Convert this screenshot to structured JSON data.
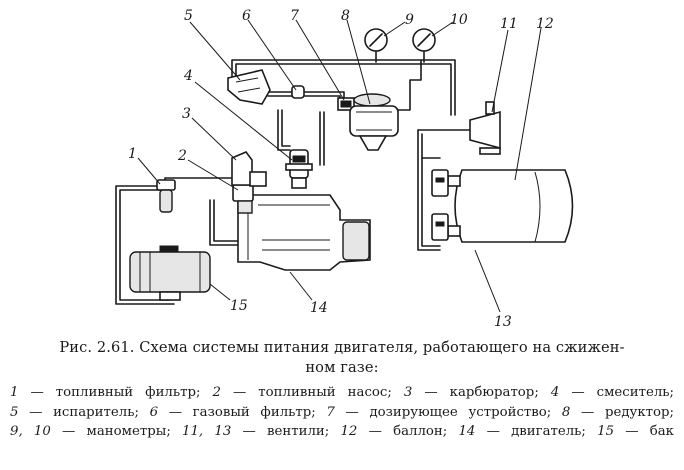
{
  "labels": [
    "1",
    "2",
    "3",
    "4",
    "5",
    "6",
    "7",
    "8",
    "9",
    "10",
    "11",
    "12",
    "13",
    "14",
    "15"
  ],
  "caption": {
    "line1": "Рис. 2.61. Схема системы питания двигателя, работающего на сжижен-",
    "line2": "ном газе:"
  },
  "legend": [
    [
      {
        "n": "1",
        "t": " — топливный фильтр; "
      },
      {
        "n": "2",
        "t": " — топливный насос; "
      },
      {
        "n": "3",
        "t": " — карбюратор; "
      },
      {
        "n": "4",
        "t": " — смеситель;"
      }
    ],
    [
      {
        "n": "5",
        "t": " — испаритель; "
      },
      {
        "n": "6",
        "t": " — газовый фильтр; "
      },
      {
        "n": "7",
        "t": " — дозирующее устройство; "
      },
      {
        "n": "8",
        "t": " — редуктор;"
      }
    ],
    [
      {
        "n": "9, 10",
        "t": " — манометры; "
      },
      {
        "n": "11, 13",
        "t": " — вентили; "
      },
      {
        "n": "12",
        "t": " — баллон; "
      },
      {
        "n": "14",
        "t": " — двигатель; "
      },
      {
        "n": "15",
        "t": " — бак"
      }
    ]
  ]
}
